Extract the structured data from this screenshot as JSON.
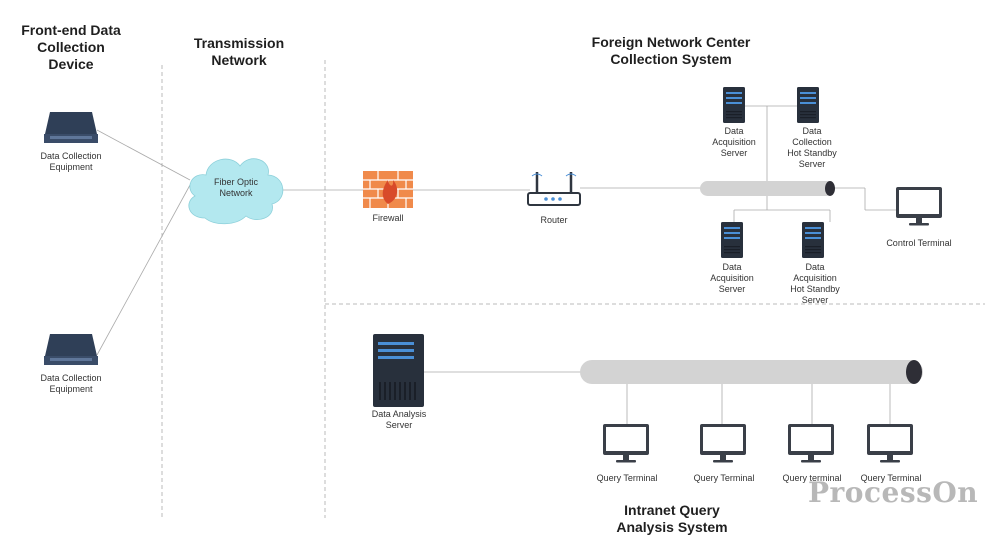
{
  "sections": {
    "frontend": "Front-end Data\nCollection\nDevice",
    "transmission": "Transmission\nNetwork",
    "foreign": "Foreign Network Center\nCollection System",
    "intranet": "Intranet Query\nAnalysis System"
  },
  "nodes": {
    "equipment_1": "Data Collection\nEquipment",
    "equipment_2": "Data Collection\nEquipment",
    "fiber": "Fiber Optic\nNetwork",
    "firewall": "Firewall",
    "router": "Router",
    "acq_server_top": "Data\nAcquisition\nServer",
    "standby_top": "Data\nCollection\nHot Standby\nServer",
    "acq_server_bottom": "Data\nAcquisition\nServer",
    "standby_bottom": "Data\nAcquisition\nHot Standby\nServer",
    "control_terminal": "Control Terminal",
    "analysis_server": "Data Analysis\nServer",
    "query_1": "Query Terminal",
    "query_2": "Query Terminal",
    "query_3": "Query terminal",
    "query_4": "Query Terminal"
  },
  "watermark": "ProcessOn",
  "colors": {
    "divider": "#bbbbbb",
    "bus": "#d3d3d3",
    "bus_end": "#2e2e36",
    "cloud_fill": "#b3e8ef",
    "firewall": "#f08a4b",
    "server": "#28303c",
    "server_led": "#4a8fd6"
  }
}
